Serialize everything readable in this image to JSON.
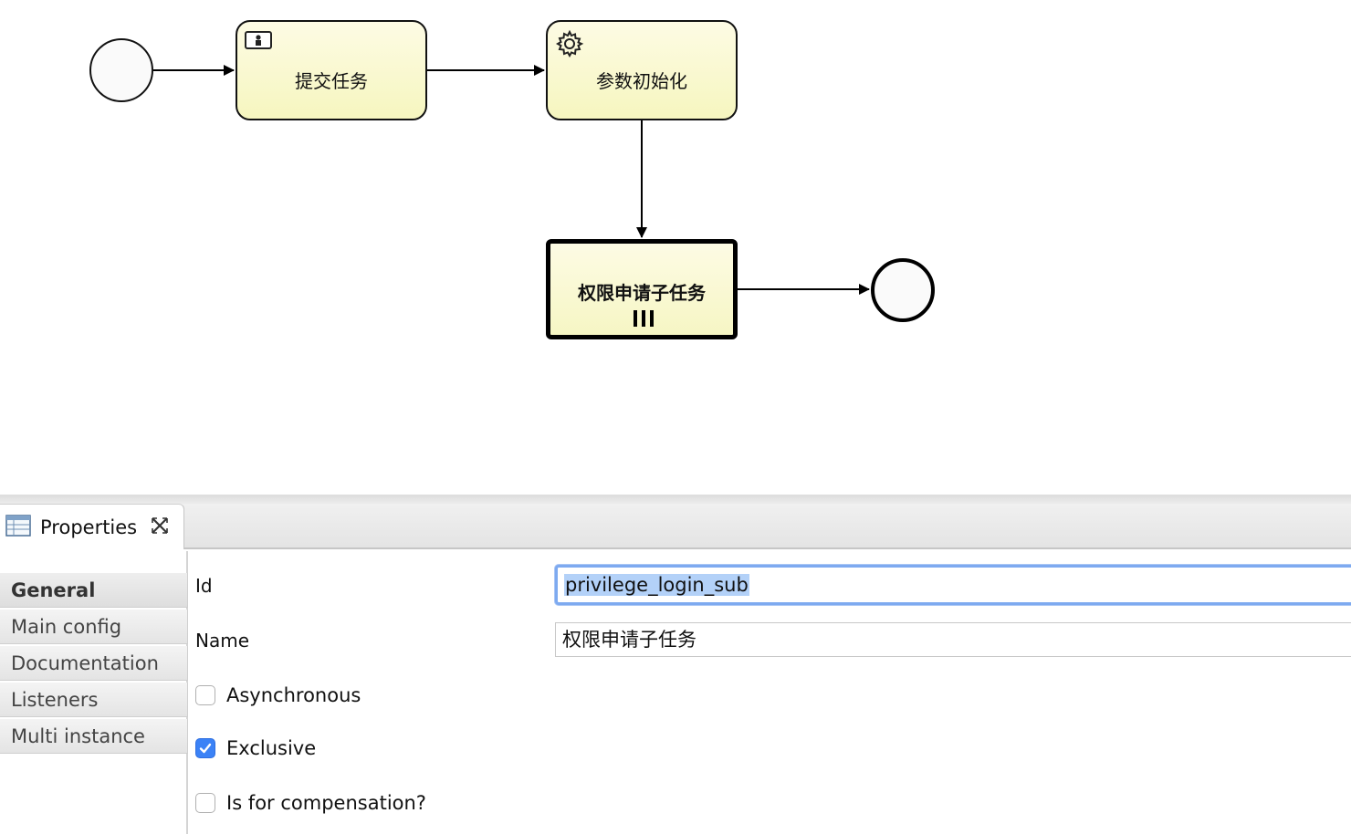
{
  "diagram": {
    "tasks": [
      {
        "label": "提交任务",
        "icon": "user-task-icon"
      },
      {
        "label": "参数初始化",
        "icon": "gear-icon"
      },
      {
        "label": "权限申请子任务",
        "icon": "multi-instance-marker-icon"
      }
    ]
  },
  "properties": {
    "view_title": "Properties",
    "side_tabs": [
      "General",
      "Main config",
      "Documentation",
      "Listeners",
      "Multi instance"
    ],
    "active_tab": "General",
    "fields": {
      "id_label": "Id",
      "id_value": "privilege_login_sub",
      "name_label": "Name",
      "name_value": "权限申请子任务"
    },
    "checkboxes": [
      {
        "label": "Asynchronous",
        "checked": false
      },
      {
        "label": "Exclusive",
        "checked": true
      },
      {
        "label": "Is for compensation?",
        "checked": false
      }
    ]
  },
  "colors": {
    "task_fill": "#f6f6bf",
    "selection_blue": "#b3d1f8",
    "checkbox_blue": "#3b82f6"
  }
}
